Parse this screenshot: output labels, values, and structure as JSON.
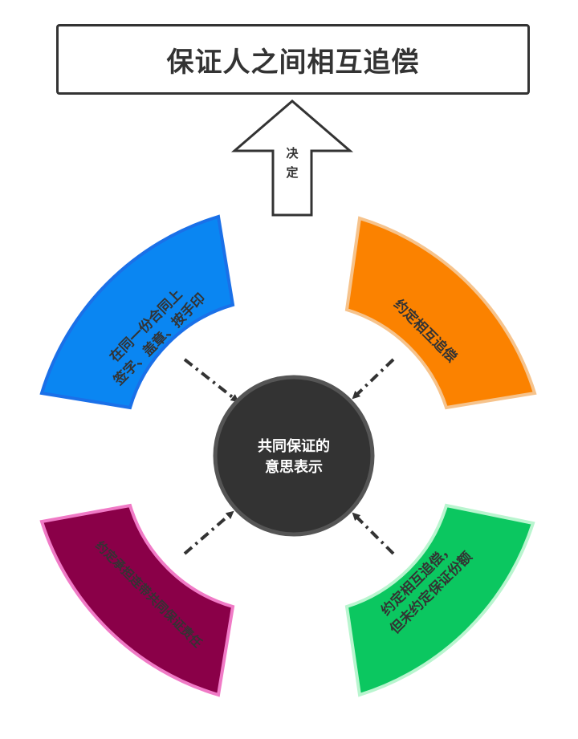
{
  "title": "保证人之间相互追偿",
  "arrow_label": "决定",
  "center_lines": [
    "共同保证的",
    "意思表示"
  ],
  "petals": {
    "top_left": {
      "lines": [
        "在同一份合同上",
        "签字、盖章、按手印"
      ],
      "fill": "#0a86f2",
      "border": "#1a70e8"
    },
    "top_right": {
      "lines": [
        "约定相互追偿"
      ],
      "fill": "#fb8200",
      "border": "#f6c38c"
    },
    "bottom_left": {
      "lines": [
        "约定承担连带共同保证责任"
      ],
      "fill": "#8a0048",
      "border": "#f07ac6"
    },
    "bottom_right": {
      "lines": [
        "约定相互追偿，",
        "但未约定保证份额"
      ],
      "fill": "#0bc760",
      "border": "#b9f5cf"
    }
  },
  "colors": {
    "center": "#333333",
    "center_border": "#555555",
    "text_dark": "#333333"
  }
}
